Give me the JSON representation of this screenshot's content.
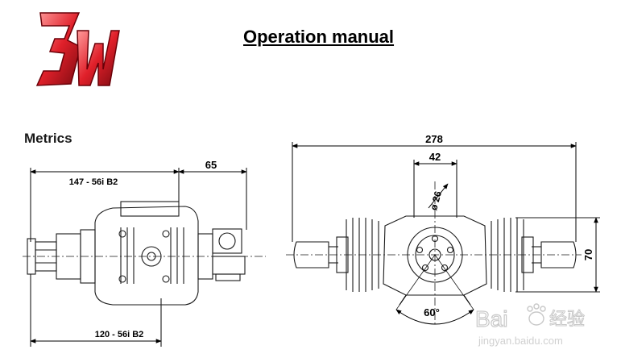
{
  "header": {
    "logo_text": "3W",
    "title": "Operation manual"
  },
  "section": {
    "label": "Metrics"
  },
  "side_view": {
    "dim_top": "147 - 56i B2",
    "dim_right": "65",
    "dim_bottom": "120 - 56i B2"
  },
  "front_view": {
    "dim_total": "278",
    "dim_mount": "42",
    "dim_bore": "ø 26",
    "dim_height": "70",
    "dim_angle": "60°"
  },
  "watermark": {
    "brand": "Bai",
    "brand_cn": "经验",
    "url": "jingyan.baidu.com"
  },
  "colors": {
    "logo_red": "#e0202a",
    "line": "#1a1a1a",
    "watermark": "#c8c8c8"
  }
}
